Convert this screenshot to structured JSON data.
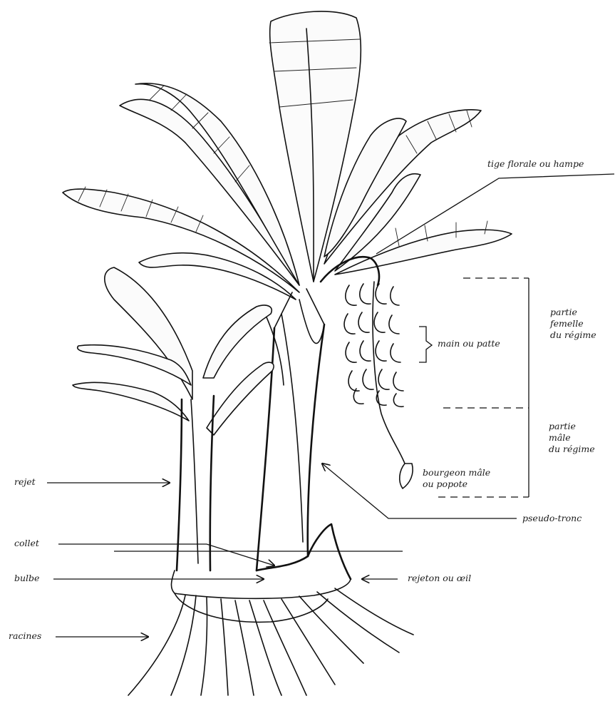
{
  "labels": {
    "tige_florale": "tige florale ou hampe",
    "partie_femelle": [
      "partie",
      "femelle",
      "du régime"
    ],
    "main": "main ou patte",
    "partie_male": [
      "partie",
      "mâle",
      "du régime"
    ],
    "bourgeon": [
      "bourgeon mâle",
      "ou popote"
    ],
    "pseudo_tronc": "pseudo-tronc",
    "rejet": "rejet",
    "collet": "collet",
    "bulbe": "bulbe",
    "rejeton": "rejeton ou œil",
    "racines": "racines"
  }
}
